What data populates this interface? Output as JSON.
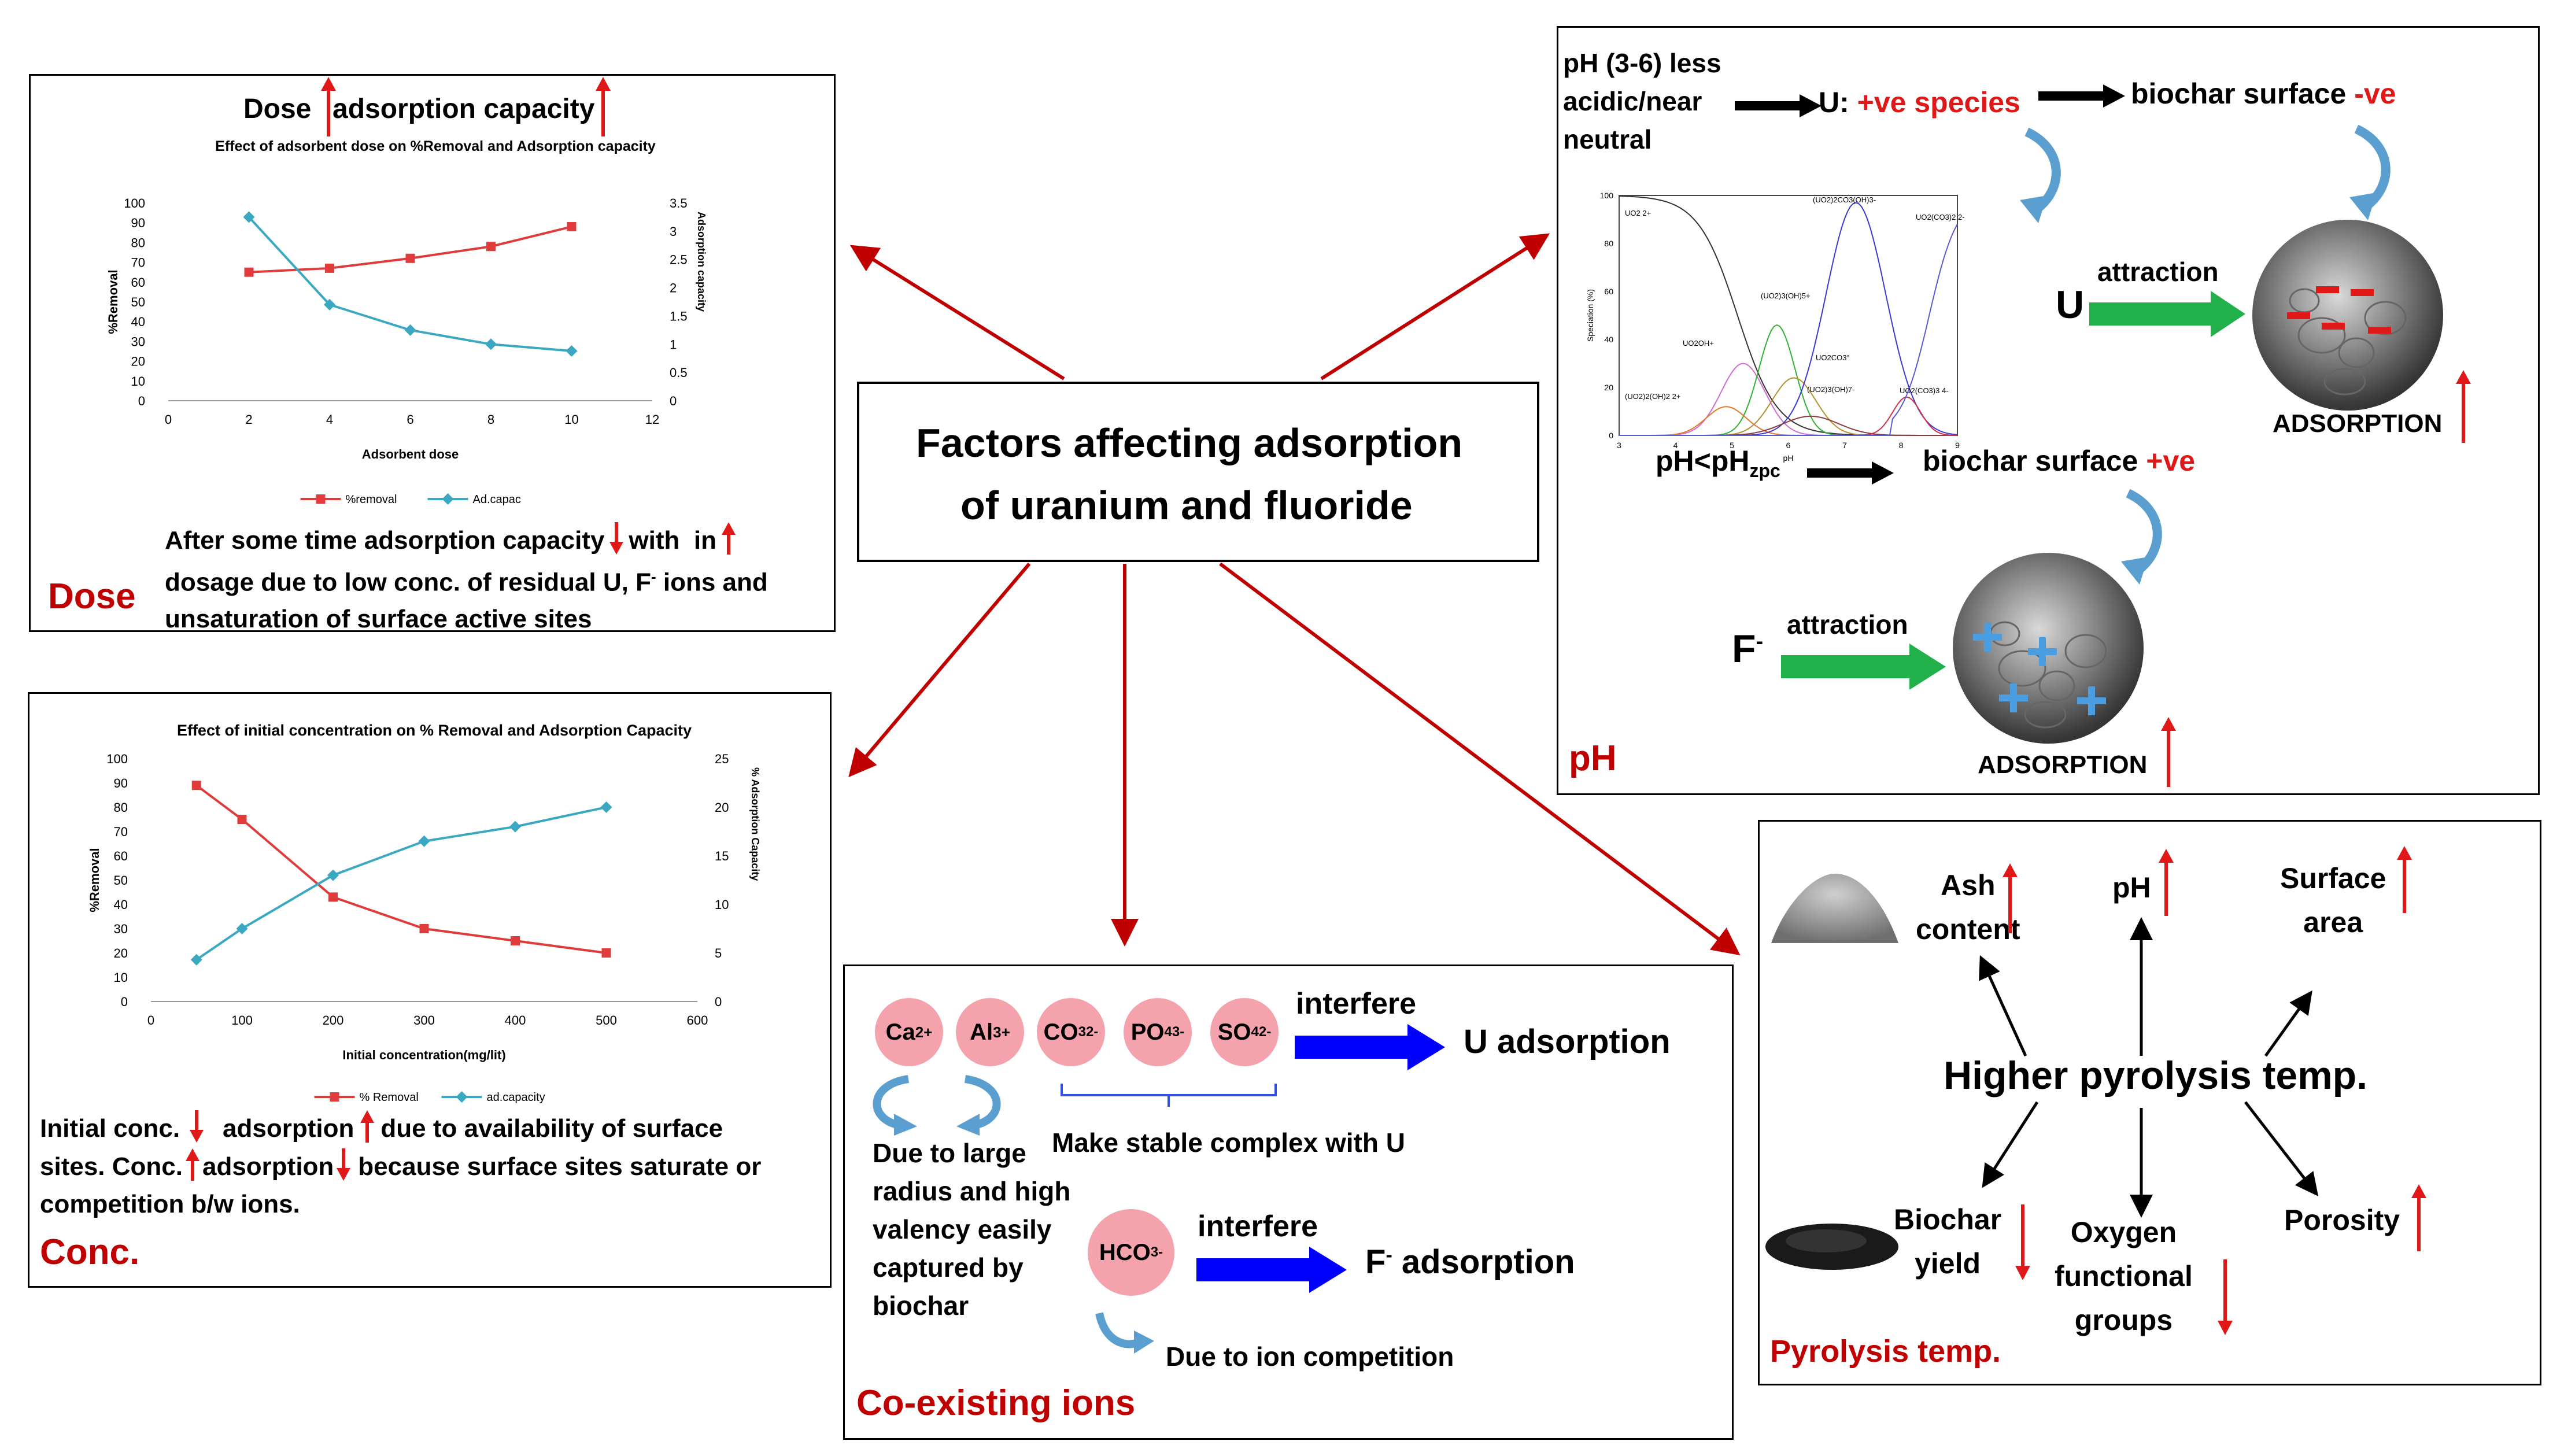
{
  "center": {
    "line1": "Factors affecting adsorption",
    "line2": "of uranium and fluoride"
  },
  "dose": {
    "header": {
      "left": "Dose",
      "right": "adsorption capacity"
    },
    "chart_title": "Effect of adsorbent dose on %Removal and Adsorption capacity",
    "note": {
      "l1a": "After some time adsorption capacity",
      "l1b": "with",
      "l1c": "in",
      "l2a": "dosage due to low conc. of residual U, F",
      "l2b": "-",
      "l2c": " ions and",
      "l3": "unsaturation of surface active sites"
    },
    "label": "Dose"
  },
  "conc": {
    "chart_title": "Effect of initial concentration  on % Removal and Adsorption Capacity",
    "note": {
      "l1a": "Initial conc.",
      "l1b": "adsorption",
      "l1c": "due to availability of surface",
      "l2a": "sites. Conc.",
      "l2b": "adsorption",
      "l2c": "because surface sites saturate or",
      "l3": "competition b/w ions."
    },
    "label": "Conc."
  },
  "ph": {
    "cond1": {
      "l1": "pH (3-6) less",
      "l2": "acidic/near",
      "l3": "neutral"
    },
    "u_species": {
      "prefix": "U: ",
      "red": "+ve species"
    },
    "surface_neg": {
      "text": "biochar surface ",
      "red": "-ve"
    },
    "cond2": {
      "base": "pH<pH",
      "sub": "zpc"
    },
    "surface_pos": {
      "text": "biochar surface ",
      "red": "+ve"
    },
    "u_label": "U",
    "f_label": "F",
    "f_sup": "-",
    "attraction": "attraction",
    "adsorption": "ADSORPTION",
    "label": "pH",
    "spec_chart": {
      "ylabel": "Speciation (%)",
      "xlabel": "pH",
      "yticks": [
        "0",
        "20",
        "40",
        "60",
        "80",
        "100"
      ],
      "xticks": [
        "3",
        "4",
        "5",
        "6",
        "7",
        "8",
        "9"
      ],
      "species": [
        "UO2 2+",
        "UO2OH+",
        "(UO2)3(OH)5+",
        "(UO2)2(OH)2 2+",
        "UO2CO3°",
        "(UO2)2CO3(OH)3-",
        "(UO2)3(OH)7-",
        "UO2(CO3)3 4-",
        "UO2(CO3)2 2-"
      ]
    }
  },
  "ions": {
    "cations": [
      "Ca",
      "Al",
      "CO",
      "PO",
      "SO"
    ],
    "interfere": "interfere",
    "u_target": "U adsorption",
    "complex": "Make stable complex with U",
    "explain": {
      "l1": "Due to large",
      "l2": "radius and high",
      "l3": "valency easily",
      "l4": "captured by",
      "l5": "biochar"
    },
    "hco3": "HCO",
    "f_target": "adsorption",
    "competition": "Due to ion competition",
    "label": "Co-existing ions"
  },
  "pyro": {
    "center": "Higher pyrolysis temp.",
    "ash": {
      "l1": "Ash",
      "l2": "content"
    },
    "ph": "pH",
    "surface": {
      "l1": "Surface",
      "l2": "area"
    },
    "biochar": {
      "l1": "Biochar",
      "l2": "yield"
    },
    "oxygen": {
      "l1": "Oxygen",
      "l2": "functional",
      "l3": "groups"
    },
    "porosity": "Porosity",
    "label": "Pyrolysis temp."
  },
  "chart_data": [
    {
      "type": "line",
      "title": "Effect of adsorbent dose on %Removal and Adsorption capacity",
      "xlabel": "Adsorbent dose",
      "ylabel": "%Removal",
      "y2label": "Adsorption capacity",
      "xlim": [
        0,
        12
      ],
      "ylim": [
        0,
        100
      ],
      "y2lim": [
        0,
        3.5
      ],
      "xticks": [
        "0",
        "2",
        "4",
        "6",
        "8",
        "10",
        "12"
      ],
      "yticks": [
        "0",
        "10",
        "20",
        "30",
        "40",
        "50",
        "60",
        "70",
        "80",
        "90",
        "100"
      ],
      "y2ticks": [
        "0",
        "0.5",
        "1",
        "1.5",
        "2",
        "2.5",
        "3",
        "3.5"
      ],
      "series": [
        {
          "name": "%removal",
          "axis": "left",
          "color": "#e03b3b",
          "x": [
            2,
            4,
            6,
            8,
            10
          ],
          "values": [
            65,
            67,
            72,
            78,
            88
          ]
        },
        {
          "name": "Ad.capac",
          "axis": "right",
          "color": "#3aa8c0",
          "x": [
            2,
            4,
            6,
            8,
            10
          ],
          "values": [
            3.25,
            1.7,
            1.25,
            1.0,
            0.88
          ]
        }
      ],
      "legend": "bottom"
    },
    {
      "type": "line",
      "title": "Effect of initial concentration  on % Removal and Adsorption Capacity",
      "xlabel": "Initial concentration(mg/lit)",
      "ylabel": "%Removal",
      "y2label": "% Adsorption Capacity",
      "xlim": [
        0,
        600
      ],
      "ylim": [
        0,
        100
      ],
      "y2lim": [
        0,
        25
      ],
      "xticks": [
        "0",
        "100",
        "200",
        "300",
        "400",
        "500",
        "600"
      ],
      "yticks": [
        "0",
        "10",
        "20",
        "30",
        "40",
        "50",
        "60",
        "70",
        "80",
        "90",
        "100"
      ],
      "y2ticks": [
        "0",
        "5",
        "10",
        "15",
        "20",
        "25"
      ],
      "series": [
        {
          "name": "% Removal",
          "axis": "left",
          "color": "#e03b3b",
          "x": [
            50,
            100,
            200,
            300,
            400,
            500
          ],
          "values": [
            89,
            75,
            43,
            30,
            25,
            20
          ]
        },
        {
          "name": "ad.capacity",
          "axis": "right",
          "color": "#3aa8c0",
          "x": [
            50,
            100,
            200,
            300,
            400,
            500
          ],
          "values": [
            4.3,
            7.5,
            13,
            16.5,
            18,
            20
          ]
        }
      ],
      "legend": "bottom"
    }
  ],
  "colors": {
    "arrow_red": "#c00000",
    "green": "#22b04a",
    "blue": "#0000ff",
    "dark_red": "#c00000"
  }
}
